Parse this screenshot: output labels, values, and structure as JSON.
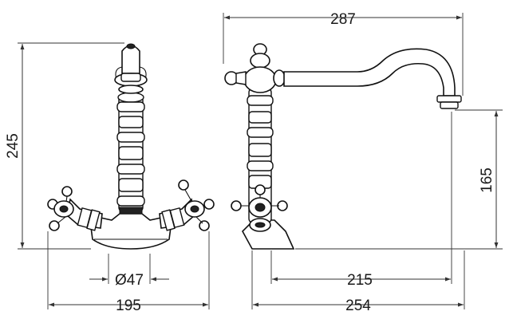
{
  "dimensions": {
    "overall_reach": "287",
    "overall_height": "245",
    "spout_height": "165",
    "spout_projection": "215",
    "base_depth": "254",
    "base_width": "195",
    "hole_diameter": "Ø47"
  },
  "colors": {
    "line": "#111111",
    "dimension": "#333333",
    "background": "#ffffff"
  }
}
